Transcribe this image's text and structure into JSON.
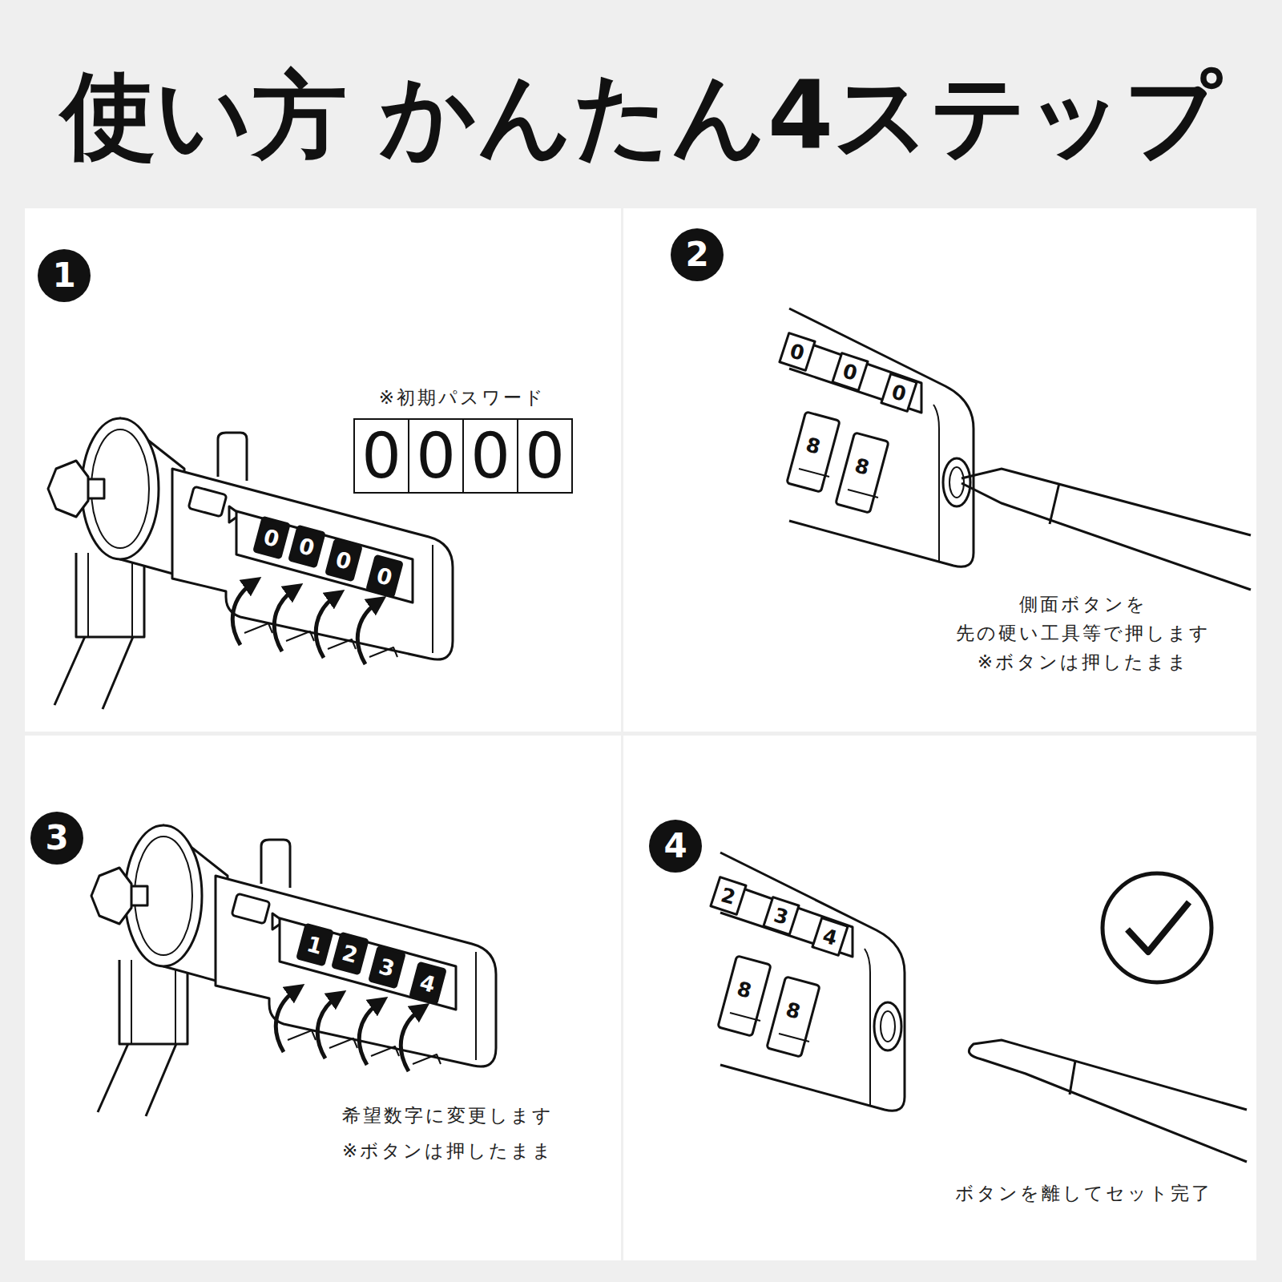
{
  "diagram": {
    "title": "使い方 かんたん4ステップ",
    "nodes": [
      {
        "text": [
          "※初期パスワード"
        ]
      },
      {
        "text": [
          "1"
        ],
        "in": 0
      },
      {
        "text": [
          "0"
        ],
        "in": 0
      },
      {
        "text": [
          "0"
        ],
        "in": 0
      },
      {
        "text": [
          "0"
        ],
        "in": 0
      },
      {
        "text": [
          "0"
        ],
        "in": 0
      },
      {
        "text": [
          "側面ボタンを 先の硬い工具等で押します",
          "※ボタンは押したまま"
        ]
      },
      {
        "text": [
          "2"
        ],
        "in": 6
      },
      {
        "text": [
          "希望数字に変更します",
          "※ボタンは押したまま"
        ]
      },
      {
        "text": [
          "3"
        ],
        "in": 8
      },
      {
        "text": [
          "ボタンを離してセット完了"
        ]
      },
      {
        "text": [
          "4"
        ],
        "in": 10
      }
    ],
    "labels": [
      "0",
      "0",
      "0",
      "0",
      "0",
      "0",
      "0",
      "8",
      "8",
      "1",
      "2",
      "3",
      "4",
      "2",
      "3",
      "4",
      "8",
      "8"
    ]
  }
}
